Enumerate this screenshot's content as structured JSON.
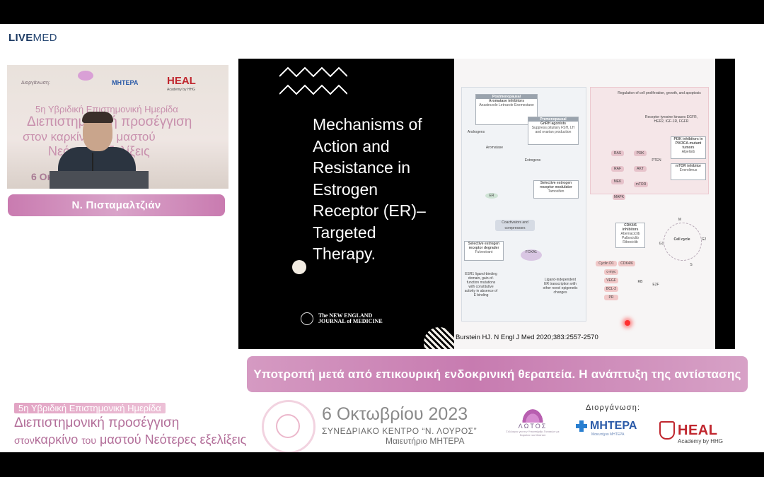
{
  "header": {
    "brand_bold": "LIVE",
    "brand_light": "MED"
  },
  "video": {
    "sponsor_label": "Διοργάνωση:",
    "sponsor_mitera": "ΜΗΤΕΡΑ",
    "sponsor_heal": "HEAL",
    "sponsor_heal_sub": "Academy by HHG",
    "backdrop_line1": "5η Υβριδική Επιστημονική Ημερίδα",
    "backdrop_line2": "Διεπιστημονική προσέγγιση",
    "backdrop_line3": "στον καρκίνο του μαστού",
    "backdrop_line4": "Νεότερες εξελίξεις",
    "backdrop_date": "6 Οκτ"
  },
  "speaker": {
    "name": "Ν. Πισταμαλτζιάν"
  },
  "slide": {
    "title": "Mechanisms of Action and Resistance in Estrogen Receptor (ER)–Targeted Therapy.",
    "journal_line1": "The NEW ENGLAND",
    "journal_line2": "JOURNAL of MEDICINE",
    "citation": "Burstein HJ. N Engl J Med 2020;383:2557-2570",
    "figure": {
      "postmenopausal": "Postmenopausal",
      "aromatase_inhibitors": "Aromatase inhibitors",
      "ai_drugs": "Anastrozole Letrozole Exemestane",
      "premenopausal": "Premenopausal",
      "gnrh": "GnRH agonists",
      "gnrh_desc": "Suppress pituitary FSH, LH and ovarian production",
      "androgens": "Androgens",
      "aromatase": "Aromatase",
      "estrogens": "Estrogens",
      "serm": "Selective estrogen receptor modulator",
      "tamoxifen": "Tamoxifen",
      "serd": "Selective estrogen receptor degrader",
      "fulvestrant": "Fulvestrant",
      "coactivators": "Coactivators and corepressors",
      "regulation": "Regulation of cell proliferation, growth, and apoptosis",
      "rtk": "Receptor tyrosine kinases EGFR, HER2, IGF-1R, FGFR",
      "pi3k_inhibitors": "PI3K inhibitors in PIK3CA-mutant tumors",
      "alpelisib": "Alpelisib",
      "mtor_inhibitor": "mTOR inhibitor",
      "everolimus": "Everolimus",
      "cdk_inhibitors": "CDK4/6 inhibitors",
      "cdk_drugs": "Abemaciclib Palbociclib Ribociclib",
      "cell_cycle": "Cell cycle",
      "esr1": "ESR1 ligand-binding domain, gain-of-function mutations with constitutive activity in absence of E binding",
      "ligand_independent": "Ligand-independent ER transcription with other novel epigenetic changes",
      "ras": "RAS",
      "raf": "RAF",
      "mek": "MEK",
      "mapk": "MAPK",
      "pi3k": "PI3K",
      "akt": "AKT",
      "mtor": "mTOR",
      "pten": "PTEN",
      "er": "ER",
      "foxa1": "FOXA1",
      "cyclin_d1": "Cyclin D1",
      "cdk46": "CDK4/6",
      "cmyc": "c-myc",
      "vegf": "VEGF",
      "bcl2": "BCL-2",
      "pr": "PR",
      "e2f": "E2F",
      "rb": "RB",
      "phase_m": "M",
      "phase_g1": "G1",
      "phase_g2": "G2",
      "phase_s": "S"
    }
  },
  "subtitle": "Υποτροπή μετά από επικουρική ενδοκρινική θεραπεία. Η ανάπτυξη της αντίστασης",
  "footer": {
    "line1": "5η Υβριδική Επιστημονική Ημερίδα",
    "line2": "Διεπιστημονική προσέγγιση",
    "line3_a": "στον",
    "line3_b": "καρκίνο",
    "line3_c": "του",
    "line3_d": "μαστού",
    "line3_e": "Νεότερες εξελίξεις",
    "date": "6 Οκτωβρίου 2023",
    "venue": "ΣΥΝΕΔΡΙΑΚΟ ΚΕΝΤΡΟ “Ν. ΛΟΥΡΟΣ”",
    "maternity": "Μαιευτήριο ΜΗΤΕΡΑ",
    "lotus_name": "ΛΩΤΟΣ",
    "lotus_sub": "Σύλλογος για την Υποστήριξη Γυναικών με Καρκίνο του Μαστού",
    "organizer_label": "Διοργάνωση:",
    "mitera": "ΜΗΤΕΡΑ",
    "mitera_sub": "Μαιευτήριο ΜΗΤΕΡΑ",
    "heal": "HEAL",
    "heal_sub": "Academy by HHG"
  }
}
